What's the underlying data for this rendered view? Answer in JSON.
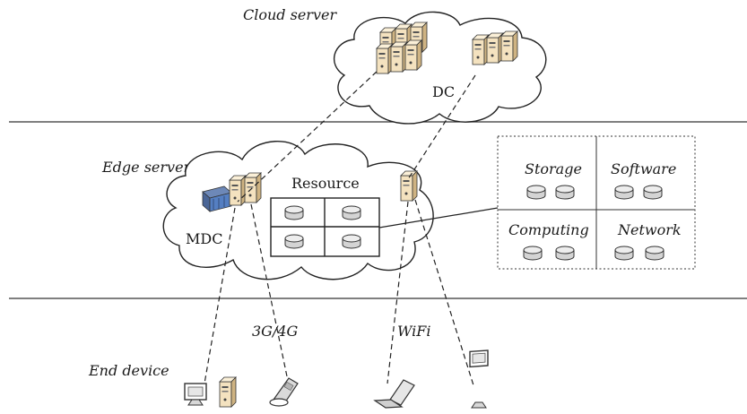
{
  "layers": {
    "cloud": "Cloud server",
    "edge": "Edge server",
    "end": "End device"
  },
  "cloud_label": "DC",
  "edge_label": "MDC",
  "resource_label": "Resource",
  "resource_grid": [
    "Storage",
    "Software",
    "Computing",
    "Network"
  ],
  "links": {
    "cellular": "3G/4G",
    "wifi": "WiFi"
  }
}
